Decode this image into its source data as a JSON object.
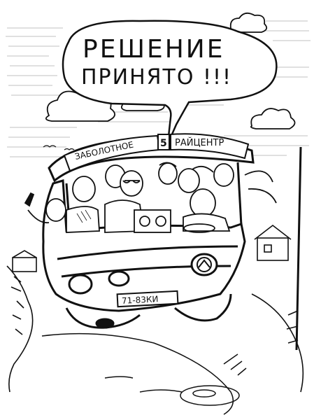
{
  "speech_bubble": {
    "line1": "РЕШЕНИЕ",
    "line2": "ПРИНЯТО !!!"
  },
  "bus_sign": {
    "origin": "ЗАБОЛОТНОЕ",
    "route_number": "5",
    "destination": "РАЙЦЕНТР"
  },
  "license_plate": "71-83КИ",
  "colors": {
    "ink": "#111111",
    "paper": "#ffffff"
  }
}
